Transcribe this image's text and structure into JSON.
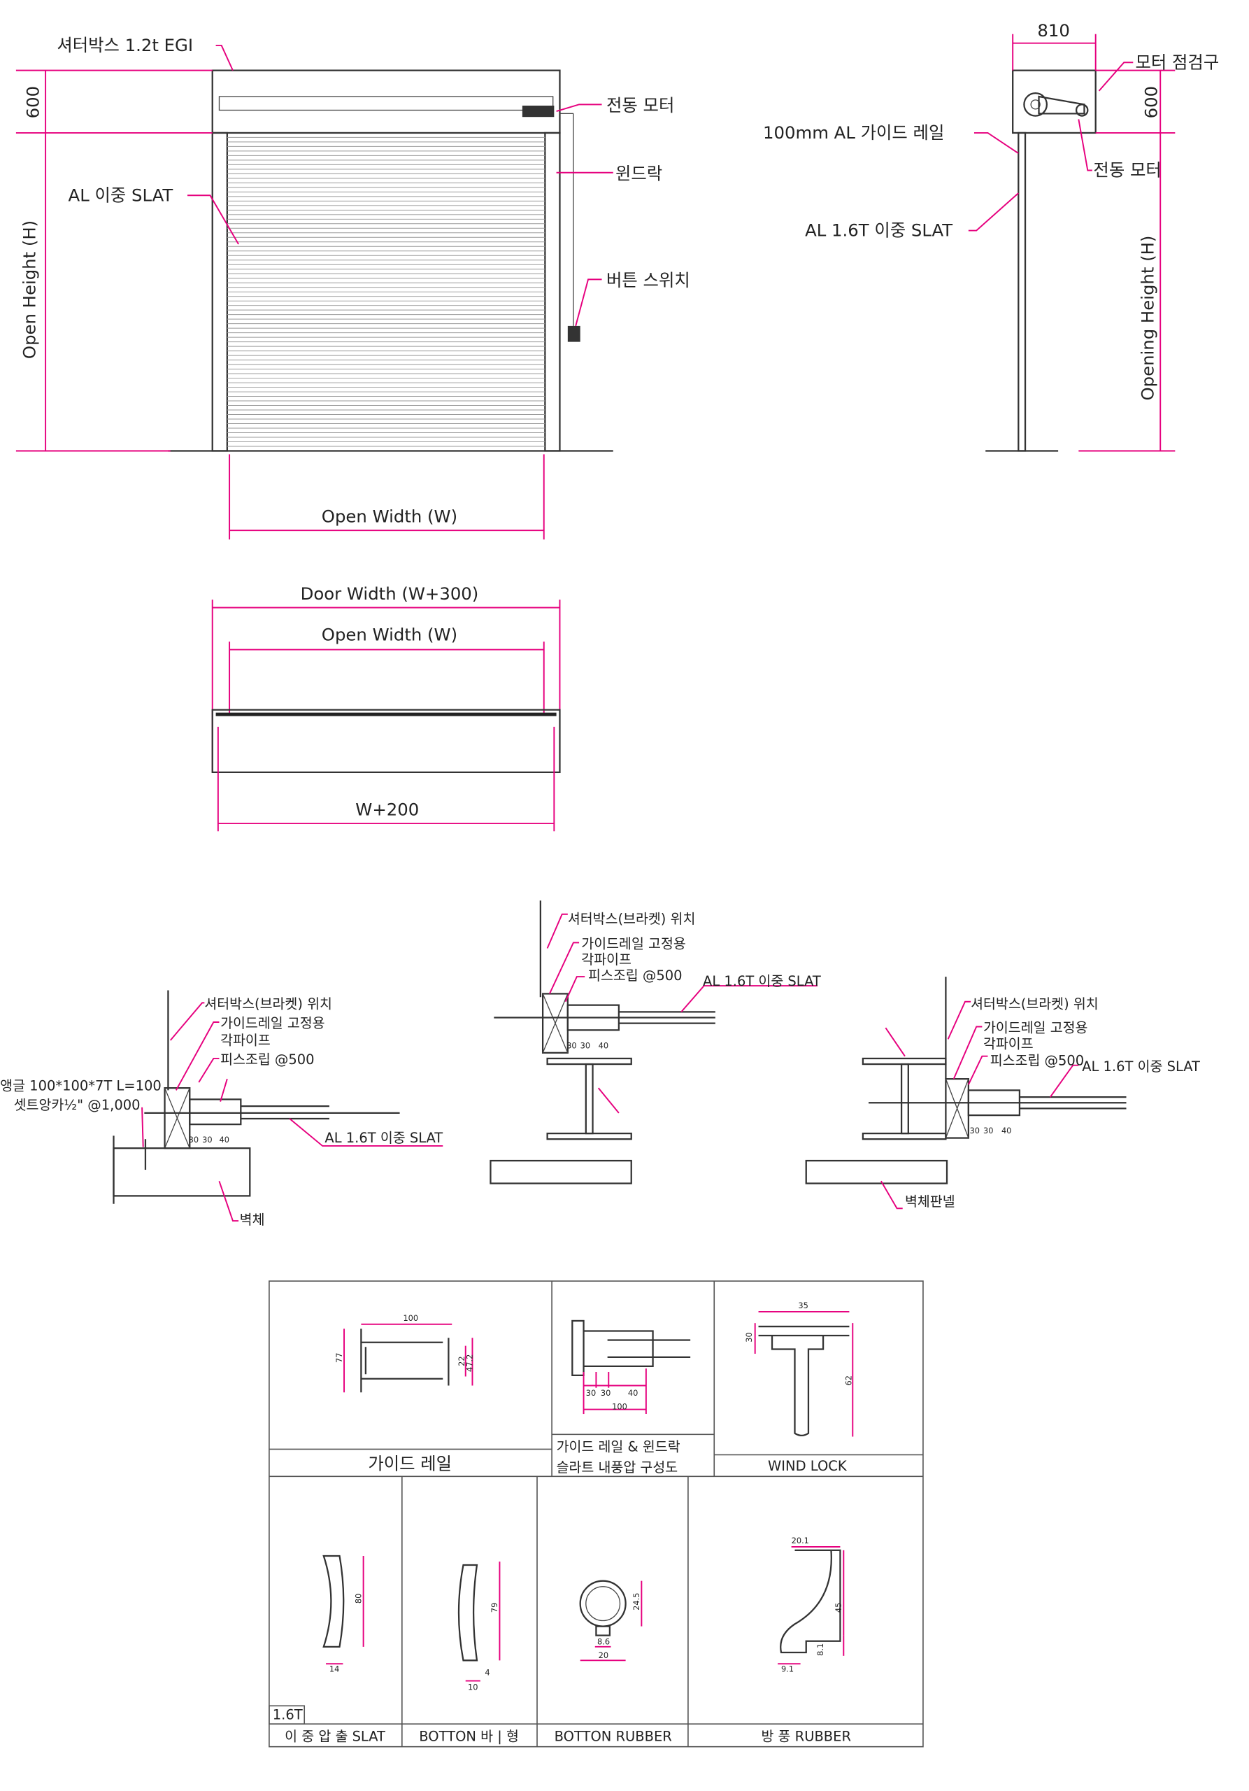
{
  "front_elevation": {
    "shutter_box": "셔터박스 1.2t EGI",
    "box_height": "600",
    "motor": "전동 모터",
    "wind_lock": "윈드락",
    "slat": "AL 이중 SLAT",
    "button_switch": "버튼 스위치",
    "open_height": "Open Height (H)",
    "open_width": "Open Width (W)"
  },
  "side_elevation": {
    "box_width": "810",
    "inspection_port": "모터 점검구",
    "box_height": "600",
    "guide_rail": "100mm AL 가이드 레일",
    "motor": "전동 모터",
    "slat": "AL 1.6T 이중 SLAT",
    "opening_height": "Opening Height (H)"
  },
  "plan": {
    "door_width": "Door Width (W+300)",
    "open_width": "Open Width (W)",
    "w200": "W+200"
  },
  "details": [
    {
      "bracket": "셔터박스(브라켓) 위치",
      "pipe1": "가이드레일 고정용",
      "pipe2": "각파이프",
      "screw": "피스조립 @500",
      "angle": "앵글 100*100*7T L=100",
      "anchor": "셋트앙카½\" @1,000",
      "slat": "AL 1.6T 이중 SLAT",
      "wall": "벽체",
      "dims": [
        "30",
        "30",
        "40"
      ]
    },
    {
      "bracket": "셔터박스(브라켓) 위치",
      "pipe1": "가이드레일 고정용",
      "pipe2": "각파이프",
      "screw": "피스조립 @500",
      "slat": "AL 1.6T 이중 SLAT",
      "dims": [
        "30",
        "30",
        "40"
      ]
    },
    {
      "bracket": "셔터박스(브라켓) 위치",
      "pipe1": "가이드레일 고정용",
      "pipe2": "각파이프",
      "screw": "피스조립 @500",
      "slat": "AL 1.6T 이중 SLAT",
      "wall": "벽체판넬",
      "dims": [
        "30",
        "30",
        "40"
      ]
    }
  ],
  "parts_table": {
    "guide_rail": {
      "label": "가이드 레일",
      "dims": [
        "100",
        "77",
        "22",
        "47.2"
      ]
    },
    "assembly": {
      "label1": "가이드 레일 & 윈드락",
      "label2": "슬라트 내풍압 구성도",
      "dims": [
        "30",
        "30",
        "40",
        "100"
      ]
    },
    "wind_lock": {
      "label": "WIND LOCK",
      "dims": [
        "35",
        "30",
        "62"
      ]
    },
    "slat": {
      "tag": "1.6T",
      "label": "이 중 압 출  SLAT",
      "dims": [
        "80",
        "14"
      ]
    },
    "bottom_bar": {
      "label": "BOTTON 바 | 형",
      "dims": [
        "79",
        "4",
        "10"
      ]
    },
    "bottom_rubber": {
      "label": "BOTTON RUBBER",
      "dims": [
        "24.5",
        "8.6",
        "20"
      ]
    },
    "wind_rubber": {
      "label": "방 풍   RUBBER",
      "dims": [
        "20.1",
        "45",
        "8.1",
        "9.1"
      ]
    }
  }
}
